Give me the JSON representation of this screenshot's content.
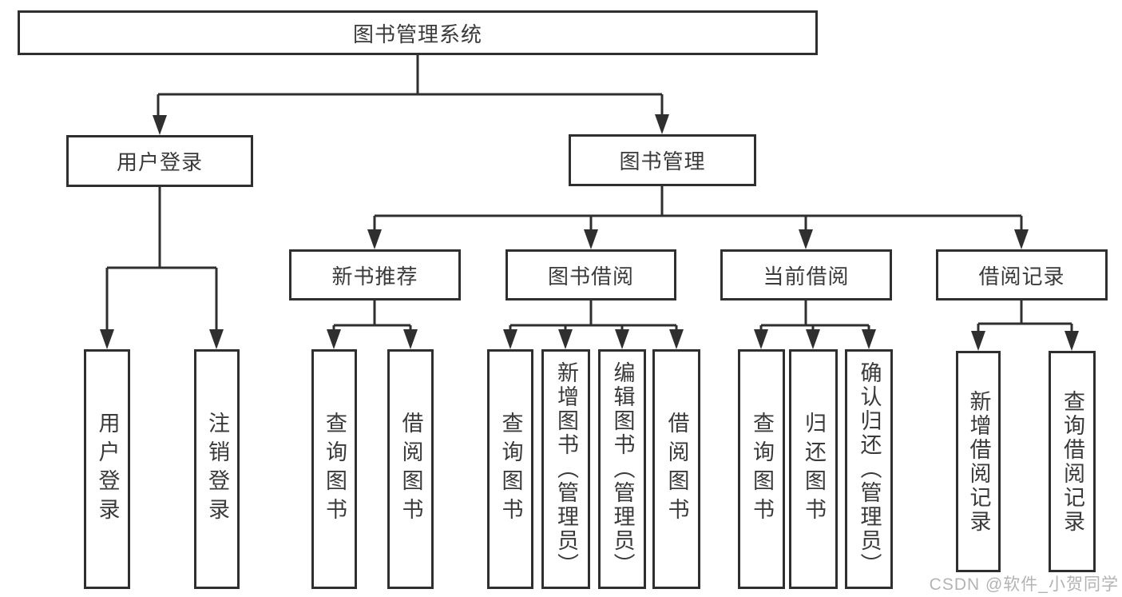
{
  "diagram": {
    "type": "tree-diagram",
    "root": {
      "label": "图书管理系统",
      "children": [
        {
          "label": "用户登录",
          "children": [
            {
              "label": "用户登录"
            },
            {
              "label": "注销登录"
            }
          ]
        },
        {
          "label": "图书管理",
          "children": [
            {
              "label": "新书推荐",
              "children": [
                {
                  "label": "查询图书"
                },
                {
                  "label": "借阅图书"
                }
              ]
            },
            {
              "label": "图书借阅",
              "children": [
                {
                  "label": "查询图书"
                },
                {
                  "label": "新增图书（管理员）"
                },
                {
                  "label": "编辑图书（管理员）"
                },
                {
                  "label": "借阅图书"
                }
              ]
            },
            {
              "label": "当前借阅",
              "children": [
                {
                  "label": "查询图书"
                },
                {
                  "label": "归还图书"
                },
                {
                  "label": "确认归还（管理员）"
                }
              ]
            },
            {
              "label": "借阅记录",
              "children": [
                {
                  "label": "新增借阅记录"
                },
                {
                  "label": "查询借阅记录"
                }
              ]
            }
          ]
        }
      ]
    }
  },
  "watermark": {
    "text": "CSDN @软件_小贺同学"
  },
  "colors": {
    "line": "#2f2f2f",
    "box_border": "#2f2f2f",
    "text": "#3a3a3a",
    "watermark": "#b3b3b3",
    "background": "#ffffff"
  }
}
